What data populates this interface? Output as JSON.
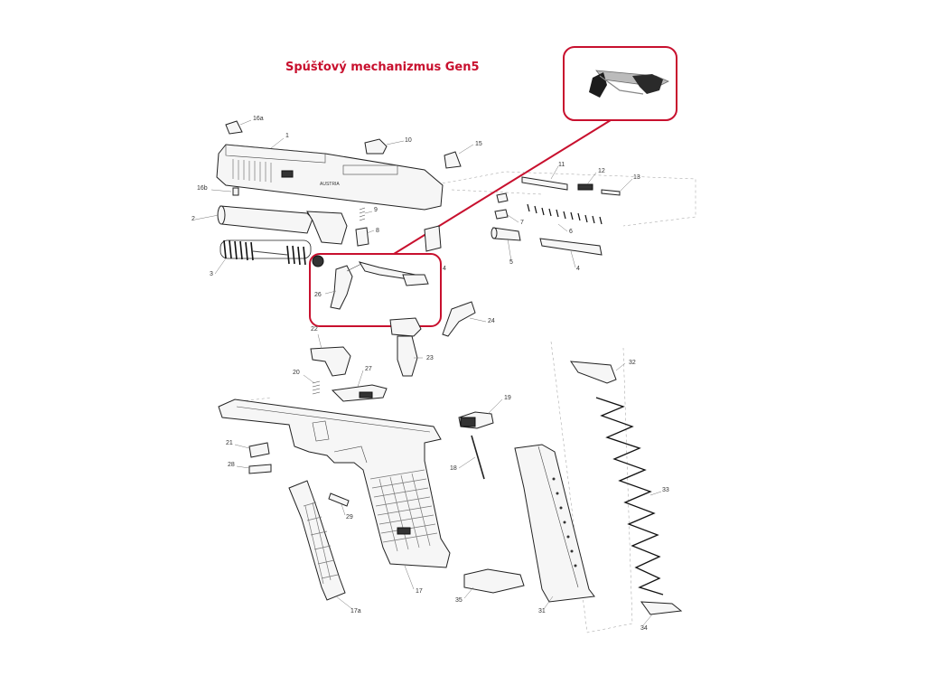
{
  "title": "Spúšťový mechanizmus Gen5",
  "accent_color": "#c8102e",
  "slide_marking": "AUSTRIA",
  "callouts": [
    {
      "id": "1",
      "label": "1"
    },
    {
      "id": "16a",
      "label": "16a"
    },
    {
      "id": "10",
      "label": "10"
    },
    {
      "id": "15",
      "label": "15"
    },
    {
      "id": "11",
      "label": "11"
    },
    {
      "id": "12",
      "label": "12"
    },
    {
      "id": "13",
      "label": "13"
    },
    {
      "id": "16b",
      "label": "16b"
    },
    {
      "id": "2",
      "label": "2"
    },
    {
      "id": "9",
      "label": "9"
    },
    {
      "id": "8",
      "label": "8"
    },
    {
      "id": "7",
      "label": "7"
    },
    {
      "id": "6",
      "label": "6"
    },
    {
      "id": "5",
      "label": "5"
    },
    {
      "id": "4",
      "label": "4"
    },
    {
      "id": "4b",
      "label": "4"
    },
    {
      "id": "3",
      "label": "3"
    },
    {
      "id": "26",
      "label": "26"
    },
    {
      "id": "24",
      "label": "24"
    },
    {
      "id": "22",
      "label": "22"
    },
    {
      "id": "23",
      "label": "23"
    },
    {
      "id": "20",
      "label": "20"
    },
    {
      "id": "27",
      "label": "27"
    },
    {
      "id": "19",
      "label": "19"
    },
    {
      "id": "32",
      "label": "32"
    },
    {
      "id": "21",
      "label": "21"
    },
    {
      "id": "28",
      "label": "28"
    },
    {
      "id": "18",
      "label": "18"
    },
    {
      "id": "33",
      "label": "33"
    },
    {
      "id": "29",
      "label": "29"
    },
    {
      "id": "17",
      "label": "17"
    },
    {
      "id": "35",
      "label": "35"
    },
    {
      "id": "31",
      "label": "31"
    },
    {
      "id": "34",
      "label": "34"
    },
    {
      "id": "17a",
      "label": "17a"
    }
  ]
}
